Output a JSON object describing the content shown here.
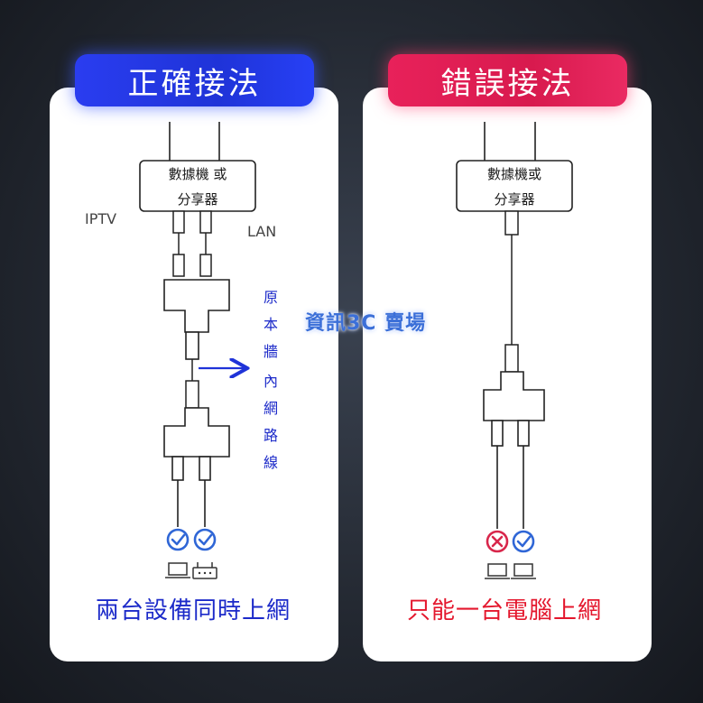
{
  "left": {
    "title": "正確接法",
    "device_line1": "數據機 或",
    "device_line2": "分享器",
    "label_iptv": "IPTV",
    "label_lan": "LAN",
    "wall_cable_chars": [
      "原",
      "本",
      "牆",
      "內",
      "網",
      "路",
      "線"
    ],
    "caption": "兩台設備同時上網",
    "status": [
      "ok",
      "ok"
    ],
    "end_devices": [
      "laptop",
      "router"
    ]
  },
  "right": {
    "title": "錯誤接法",
    "device_line1": "數據機或",
    "device_line2": "分享器",
    "caption": "只能一台電腦上網",
    "status": [
      "error",
      "ok"
    ],
    "end_devices": [
      "laptop",
      "laptop"
    ]
  },
  "watermark": "資訊3C 賣場",
  "colors": {
    "correct_accent": "#2a3df0",
    "wrong_accent": "#e8215a",
    "ok_blue": "#2f66d6",
    "error_red": "#d8264b",
    "caption_blue": "#1c2ac9",
    "caption_red": "#e4172d"
  }
}
